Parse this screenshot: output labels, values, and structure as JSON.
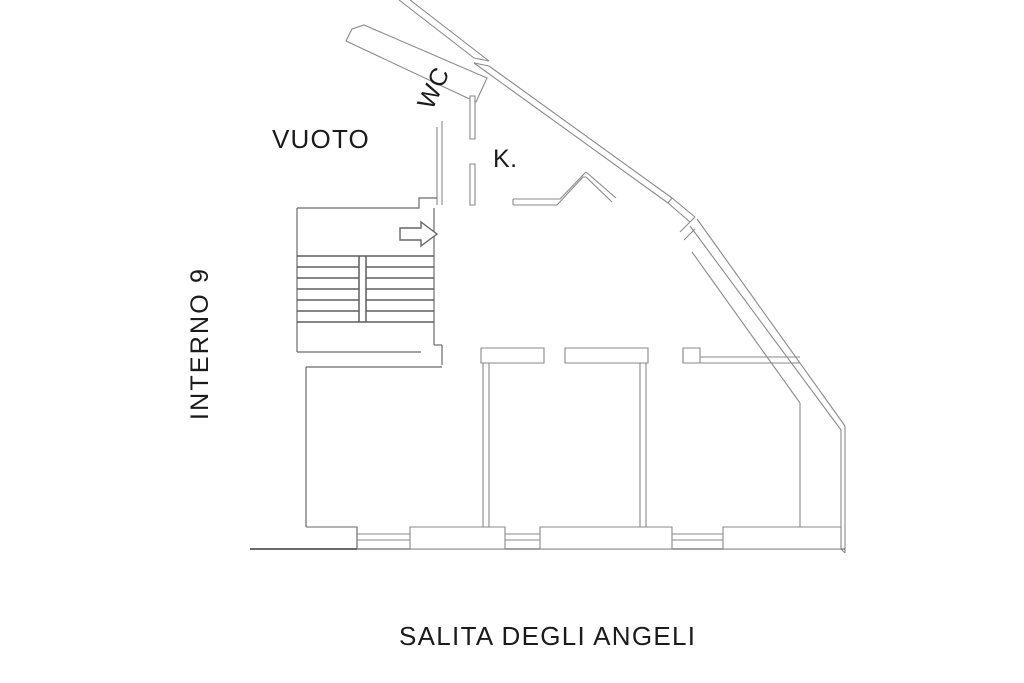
{
  "drawing": {
    "kind": "architectural-floor-plan",
    "title_label": "SALITA DEGLI ANGELI",
    "unit_label": "INTERNO  9",
    "background_color": "#ffffff",
    "line_color": "#555555",
    "light_line_color": "#8a8a8a",
    "text_color": "#1b1b1b"
  },
  "labels": {
    "street": "SALITA DEGLI ANGELI",
    "unit": "INTERNO  9",
    "void": "VUOTO",
    "wc": "WC",
    "kitchen": "K."
  },
  "rooms": [
    {
      "name": "wc",
      "label": "WC",
      "note": "narrow diagonal shaft, upper left"
    },
    {
      "name": "kitchen",
      "label": "K.",
      "note": "upper right, bounded by diagonal facade"
    },
    {
      "name": "void",
      "label": "VUOTO",
      "note": "open void / light well, upper left"
    },
    {
      "name": "room-left",
      "label": "",
      "note": "large lower-left room"
    },
    {
      "name": "room-center",
      "label": "",
      "note": "center lower room"
    },
    {
      "name": "room-right",
      "label": "",
      "note": "lower-right room with angled corner"
    }
  ],
  "stairs": {
    "name": "staircase",
    "tread_count": 6,
    "direction_label": "up",
    "direction_icon": "right-arrow-icon",
    "note": "double flight with central stringer, arrow indicates direction of travel"
  },
  "openings": [
    {
      "name": "window-bottom-1",
      "type": "window",
      "wall": "bottom"
    },
    {
      "name": "window-bottom-2",
      "type": "window",
      "wall": "bottom"
    },
    {
      "name": "window-bottom-3",
      "type": "window",
      "wall": "bottom"
    },
    {
      "name": "window-bottom-4",
      "type": "window",
      "wall": "bottom"
    },
    {
      "name": "window-facade-1",
      "type": "window",
      "wall": "diagonal-facade"
    },
    {
      "name": "window-facade-2",
      "type": "window",
      "wall": "diagonal-facade"
    }
  ],
  "annotations": {
    "arrow": "right-arrow-icon"
  }
}
